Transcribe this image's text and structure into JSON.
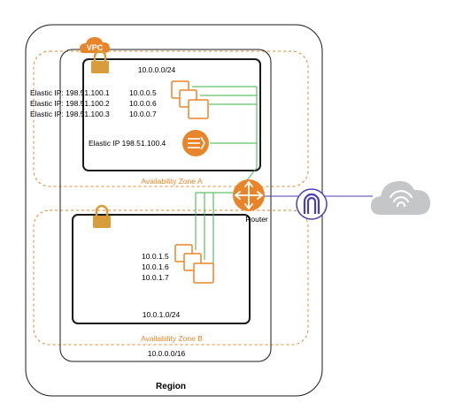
{
  "colors": {
    "orange": "#e8852a",
    "gold": "#d99c3a",
    "green": "#3bb34a",
    "purple": "#4b3fb0",
    "cloud": "#c4c6c8",
    "outline": "#1a1a1a"
  },
  "vpc_badge": "VPC",
  "region_label": "Region",
  "vpc_cidr": "10.0.0.0/16",
  "router_label": "Router",
  "zones": {
    "a": {
      "label": "Availability Zone A"
    },
    "b": {
      "label": "Availability Zone B"
    }
  },
  "subnets": {
    "public": {
      "cidr": "10.0.0.0/24",
      "instances": [
        {
          "elastic_ip": "Elastic IP: 198.51.100.1",
          "private_ip": "10.0.0.5"
        },
        {
          "elastic_ip": "Elastic IP: 198.51.100.2",
          "private_ip": "10.0.0.6"
        },
        {
          "elastic_ip": "Elastic IP: 198.51.100.3",
          "private_ip": "10.0.0.7"
        }
      ],
      "nat_label": "Elastic IP 198.51.100.4"
    },
    "private": {
      "cidr": "10.0.1.0/24",
      "instances": [
        {
          "private_ip": "10.0.1.5"
        },
        {
          "private_ip": "10.0.1.6"
        },
        {
          "private_ip": "10.0.1.7"
        }
      ]
    }
  },
  "icons": [
    "lock-icon",
    "vpc-cloud-icon",
    "ec2-instance-icon",
    "nat-gateway-icon",
    "router-icon",
    "internet-gateway-icon",
    "internet-cloud-icon"
  ]
}
